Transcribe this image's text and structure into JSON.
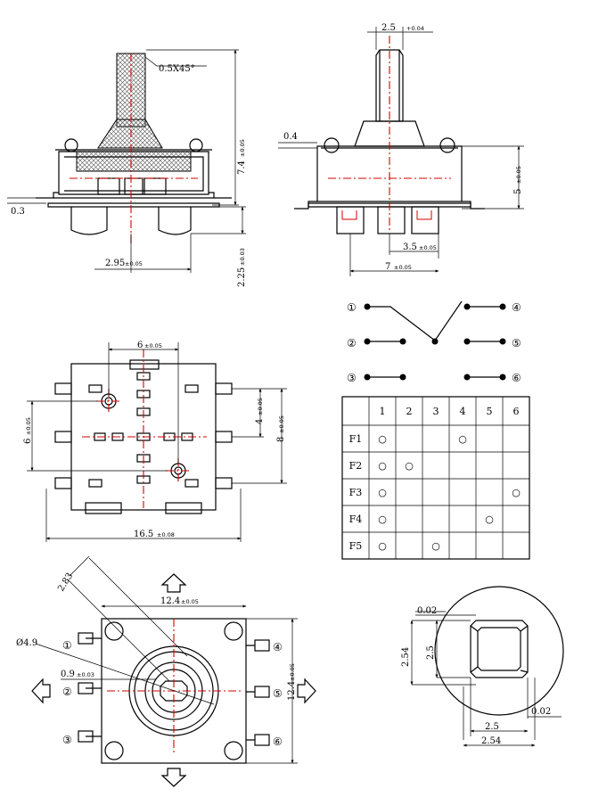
{
  "side_view": {
    "chamfer": "0.5X45°",
    "height_main": "7.4",
    "height_tol": "±0.05",
    "left_thk": "0.3",
    "pin_offset": "2.95",
    "pin_offset_tol": "±0.05",
    "pin_len": "2.25",
    "pin_len_tol": "±0.03"
  },
  "front_view": {
    "shaft_w": "2.5",
    "shaft_w_tol": "+0.04",
    "step": "0.4",
    "body_h": "5",
    "body_h_tol": "±0.05",
    "pitch": "3.5",
    "pitch_tol": "±0.05",
    "span": "7",
    "span_tol": "±0.05"
  },
  "circuit": {
    "terminals": [
      "①",
      "②",
      "③",
      "④",
      "⑤",
      "⑥"
    ]
  },
  "bottom_view": {
    "top_dim": "6",
    "top_tol": "±0.05",
    "left_dim": "6",
    "left_tol": "±0.05",
    "r_inner": "4",
    "r_inner_tol": "±0.05",
    "r_outer": "8",
    "r_outer_tol": "±0.05",
    "width": "16.5",
    "width_tol": "±0.08"
  },
  "table": {
    "columns": [
      "1",
      "2",
      "3",
      "4",
      "5",
      "6"
    ],
    "rows": [
      {
        "label": "F1",
        "marks": [
          true,
          false,
          false,
          true,
          false,
          false
        ]
      },
      {
        "label": "F2",
        "marks": [
          true,
          true,
          false,
          false,
          false,
          false
        ]
      },
      {
        "label": "F3",
        "marks": [
          true,
          false,
          false,
          false,
          false,
          true
        ]
      },
      {
        "label": "F4",
        "marks": [
          true,
          false,
          false,
          false,
          true,
          false
        ]
      },
      {
        "label": "F5",
        "marks": [
          true,
          false,
          true,
          false,
          false,
          false
        ]
      }
    ],
    "mark_symbol": "○",
    "highlight_color": "#7a3fa0"
  },
  "top_view": {
    "diag": "2.83",
    "dia": "Ø4.9",
    "width": "12.4",
    "width_tol": "±0.05",
    "height": "12.4",
    "height_tol": "±0.05",
    "small": "0.9",
    "small_tol": "±0.03",
    "terminals_left": [
      "①",
      "②",
      "③"
    ],
    "terminals_right": [
      "④",
      "⑤",
      "⑥"
    ]
  },
  "detail_view": {
    "gap_top": "0.02",
    "h_outer": "2.54",
    "h_inner": "2.5",
    "w_inner": "2.5",
    "w_outer": "2.54",
    "gap_right": "0.02"
  }
}
